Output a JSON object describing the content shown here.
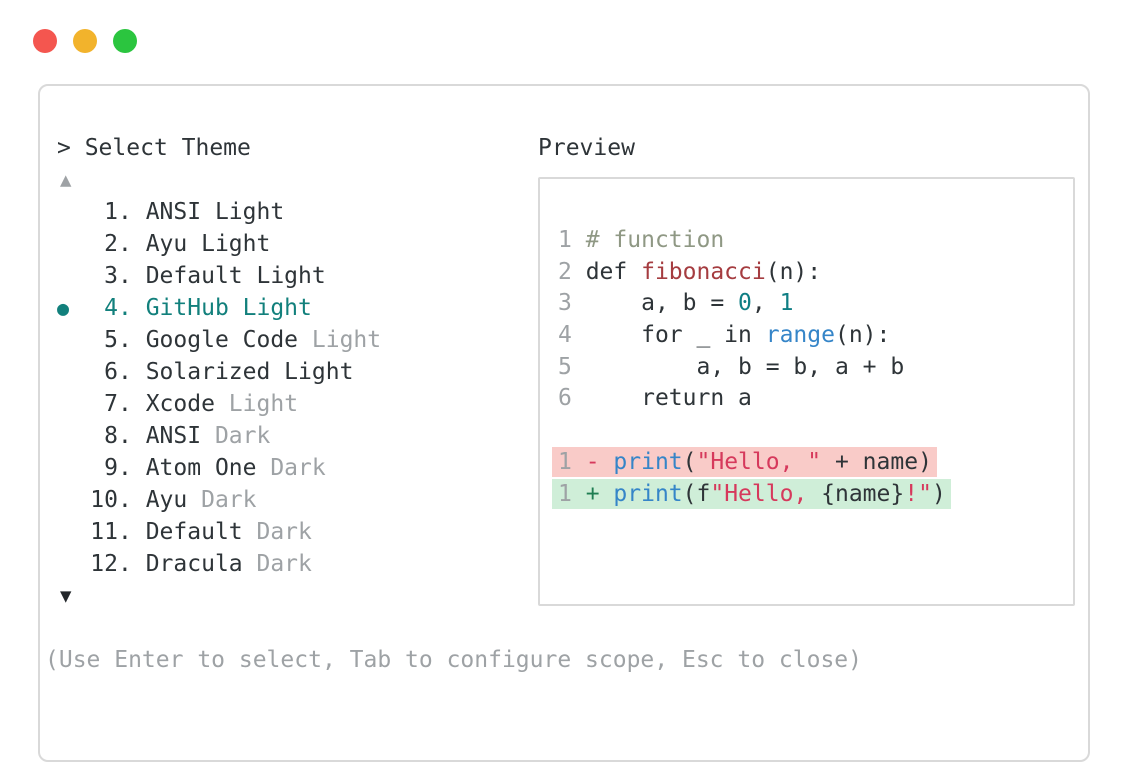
{
  "window": {
    "controls": [
      {
        "name": "close",
        "color": "#f4564f"
      },
      {
        "name": "minimize",
        "color": "#f2b32c"
      },
      {
        "name": "zoom",
        "color": "#2bc53f"
      }
    ]
  },
  "theme_picker": {
    "prompt": "> ",
    "title": "Select Theme",
    "scroll_up": "▲",
    "scroll_down": "▼",
    "items": [
      {
        "num": "1",
        "name": "ANSI Light",
        "variant": "",
        "selected": false
      },
      {
        "num": "2",
        "name": "Ayu Light",
        "variant": "",
        "selected": false
      },
      {
        "num": "3",
        "name": "Default Light",
        "variant": "",
        "selected": false
      },
      {
        "num": "4",
        "name": "GitHub Light",
        "variant": "",
        "selected": true
      },
      {
        "num": "5",
        "name": "Google Code",
        "variant": "Light",
        "selected": false
      },
      {
        "num": "6",
        "name": "Solarized Light",
        "variant": "",
        "selected": false
      },
      {
        "num": "7",
        "name": "Xcode",
        "variant": "Light",
        "selected": false
      },
      {
        "num": "8",
        "name": "ANSI",
        "variant": "Dark",
        "selected": false
      },
      {
        "num": "9",
        "name": "Atom One",
        "variant": "Dark",
        "selected": false
      },
      {
        "num": "10",
        "name": "Ayu",
        "variant": "Dark",
        "selected": false
      },
      {
        "num": "11",
        "name": "Default",
        "variant": "Dark",
        "selected": false
      },
      {
        "num": "12",
        "name": "Dracula",
        "variant": "Dark",
        "selected": false
      }
    ],
    "footer": "(Use Enter to select, Tab to configure scope, Esc to close)"
  },
  "preview": {
    "title": "Preview",
    "code_lines": [
      {
        "num": "1",
        "segments": [
          {
            "text": "# function",
            "color": "comment"
          }
        ]
      },
      {
        "num": "2",
        "segments": [
          {
            "text": "def ",
            "color": "text"
          },
          {
            "text": "fibonacci",
            "color": "function_name"
          },
          {
            "text": "(n):",
            "color": "text"
          }
        ]
      },
      {
        "num": "3",
        "segments": [
          {
            "text": "    a, b = ",
            "color": "text"
          },
          {
            "text": "0",
            "color": "number_literal"
          },
          {
            "text": ", ",
            "color": "text"
          },
          {
            "text": "1",
            "color": "number_literal"
          }
        ]
      },
      {
        "num": "4",
        "segments": [
          {
            "text": "    for _ in ",
            "color": "text"
          },
          {
            "text": "range",
            "color": "builtin"
          },
          {
            "text": "(n):",
            "color": "text"
          }
        ]
      },
      {
        "num": "5",
        "segments": [
          {
            "text": "        a, b = b, a + b",
            "color": "text"
          }
        ]
      },
      {
        "num": "6",
        "segments": [
          {
            "text": "    return a",
            "color": "text"
          }
        ]
      },
      {
        "type": "blank"
      },
      {
        "num": "1",
        "diff": "removed",
        "segments": [
          {
            "text": "- ",
            "color": "diff_minus"
          },
          {
            "text": "print",
            "color": "builtin"
          },
          {
            "text": "(",
            "color": "text"
          },
          {
            "text": "\"Hello, \"",
            "color": "string"
          },
          {
            "text": " + name)",
            "color": "text"
          }
        ]
      },
      {
        "num": "1",
        "diff": "added",
        "segments": [
          {
            "text": "+ ",
            "color": "diff_plus"
          },
          {
            "text": "print",
            "color": "builtin"
          },
          {
            "text": "(f",
            "color": "text"
          },
          {
            "text": "\"Hello, ",
            "color": "string"
          },
          {
            "text": "{name}",
            "color": "text"
          },
          {
            "text": "!\"",
            "color": "string"
          },
          {
            "text": ")",
            "color": "text"
          }
        ]
      }
    ]
  },
  "colors": {
    "text": "#2e3438",
    "muted": "#9ea2a5",
    "comment": "#8f9884",
    "selection": "#12807c",
    "number_literal": "#0f7e84",
    "builtin": "#3585c8",
    "function_name": "#a53c40",
    "string": "#d6395c",
    "diff_minus": "#d6395c",
    "diff_plus": "#1f7d52",
    "removed_bg": "#f9cbc8",
    "added_bg": "#cfeed8",
    "panel_border": "#d9d9d9",
    "arrow_dark": "#23272b"
  }
}
